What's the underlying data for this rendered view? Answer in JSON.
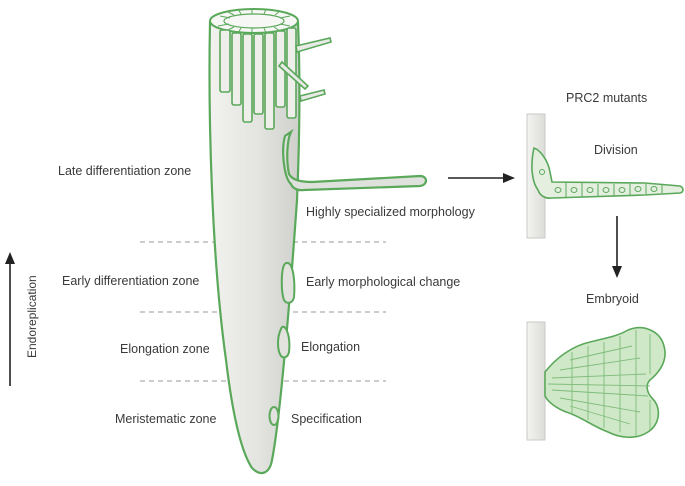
{
  "zones": {
    "late": "Late differentiation zone",
    "early": "Early differentiation zone",
    "elongation": "Elongation zone",
    "meristematic": "Meristematic zone"
  },
  "stages": {
    "highly_specialized": "Highly specialized morphology",
    "early_change": "Early morphological change",
    "elongation": "Elongation",
    "specification": "Specification"
  },
  "side_axis": {
    "label": "Endoreplication"
  },
  "mutant_panel": {
    "title": "PRC2 mutants",
    "division": "Division",
    "embryoid": "Embryoid"
  },
  "colors": {
    "green": "#5aa85a",
    "green_fill": "#cfe8c8",
    "root_fill": "#e6e7e3",
    "stem_fill": "#ebebe8",
    "dash": "#9a9a9a"
  }
}
